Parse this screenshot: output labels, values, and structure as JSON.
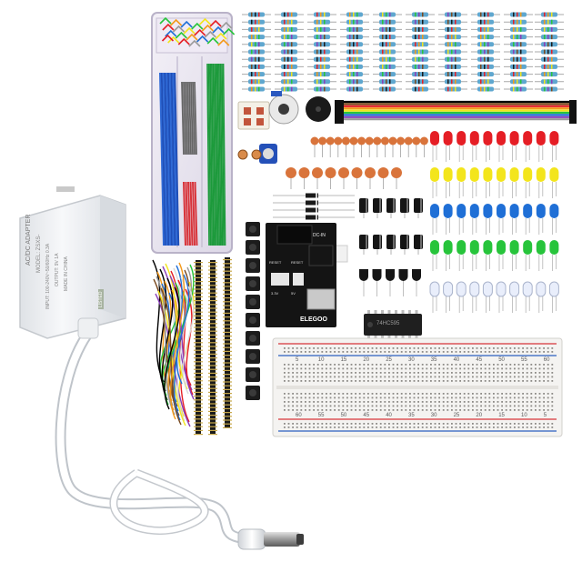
{
  "adapter": {
    "printed_lines": [
      "AC/DC ADAPTER",
      "MODEL: ZSXS-",
      "INPUT: 100-240V~50/60Hz 0.3A",
      "OUTPUT: 9V 1A",
      "MADE IN CHINA"
    ],
    "badge": "LISTED"
  },
  "power_module": {
    "labels": [
      "DC-IN",
      "RESET",
      "RESET",
      "3.3V",
      "5V"
    ],
    "brand": "ELEGOO"
  },
  "ic_chip": {
    "text": "74HC595"
  },
  "breadboard": {
    "top_numbers": [
      "5",
      "10",
      "15",
      "20",
      "25",
      "30",
      "35",
      "40",
      "45",
      "50",
      "55",
      "60"
    ],
    "bottom_numbers": [
      "60",
      "55",
      "50",
      "45",
      "40",
      "35",
      "30",
      "25",
      "20",
      "15",
      "10",
      "5"
    ]
  },
  "colors": {
    "led_red": "#e51e25",
    "led_yellow": "#f3e51c",
    "led_blue": "#1f6fd6",
    "led_green": "#27c43b",
    "led_white": "#e9eefb",
    "resistor_body": "#5fa7cf",
    "jumper_wire_colors": [
      "#000000",
      "#7a4a1f",
      "#e51e25",
      "#f39a1c",
      "#f3e51c",
      "#27c43b",
      "#1f6fd6",
      "#8a3fb8",
      "#9a9a9a",
      "#ffffff"
    ],
    "breadboard_red_rail": "#d8343a",
    "breadboard_blue_rail": "#2a5fbf",
    "adapter_body": "#f4f5f7"
  }
}
